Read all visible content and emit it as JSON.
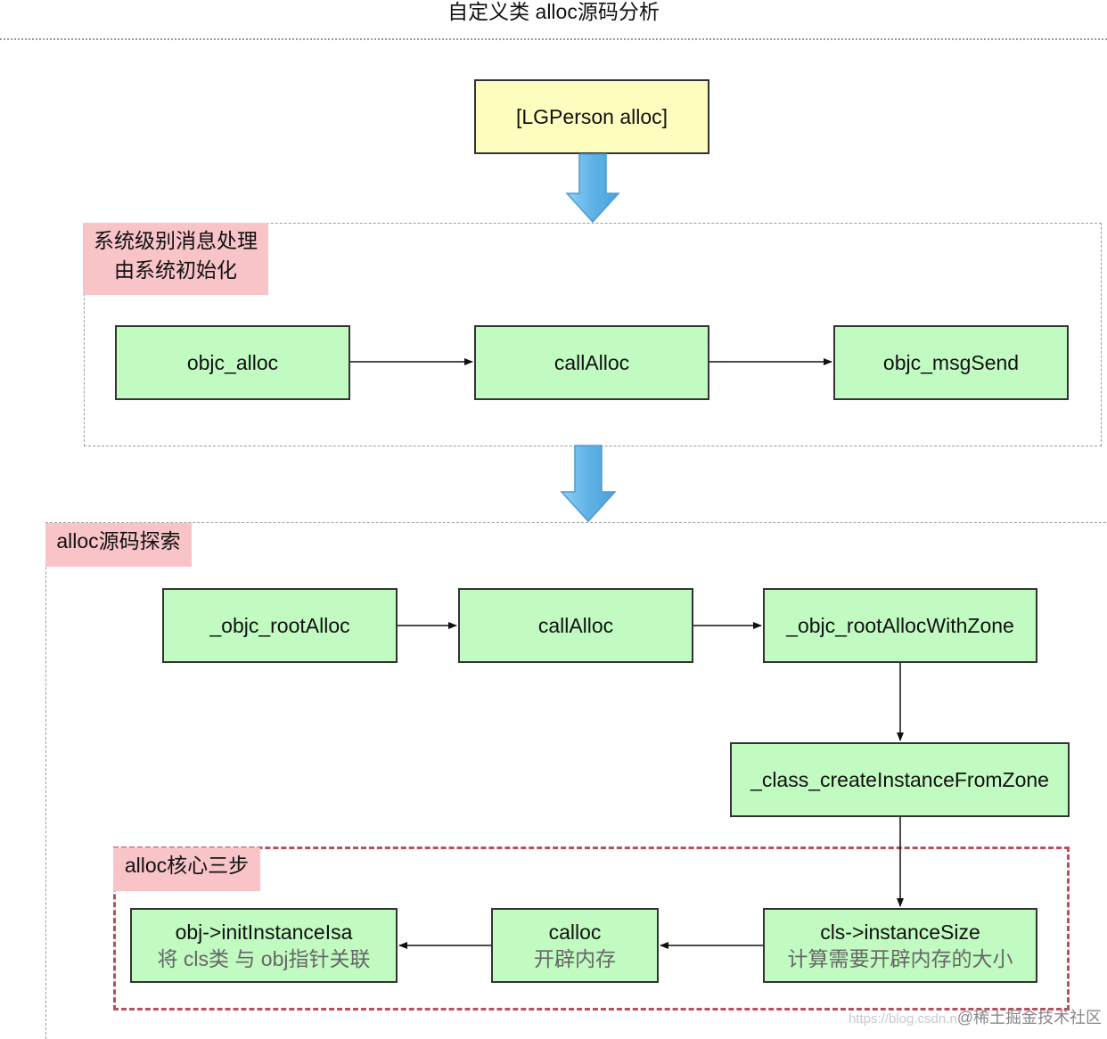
{
  "title": "自定义类 alloc源码分析",
  "start_box": "[LGPerson alloc]",
  "system_section": {
    "label_line1": "系统级别消息处理",
    "label_line2": "由系统初始化",
    "boxes": [
      "objc_alloc",
      "callAlloc",
      "objc_msgSend"
    ]
  },
  "source_section": {
    "label": "alloc源码探索",
    "row_boxes": [
      "_objc_rootAlloc",
      "callAlloc",
      "_objc_rootAllocWithZone"
    ],
    "create_box": "_class_createInstanceFromZone"
  },
  "core_section": {
    "label": "alloc核心三步",
    "steps": [
      {
        "line1": "obj->initInstanceIsa",
        "line2": "将 cls类 与 obj指针关联"
      },
      {
        "line1": "calloc",
        "line2": "开辟内存"
      },
      {
        "line1": "cls->instanceSize",
        "line2": "计算需要开辟内存的大小"
      }
    ]
  },
  "watermark": {
    "url": "https://blog.csdn.n",
    "text": "@稀土掘金技术社区"
  },
  "colors": {
    "box_green": "#c2fbc2",
    "box_yellow": "#fdfdc0",
    "label_pink": "#f8c4c8",
    "arrow_blue": "#6ab8ea",
    "core_border_red": "#b8505a"
  }
}
